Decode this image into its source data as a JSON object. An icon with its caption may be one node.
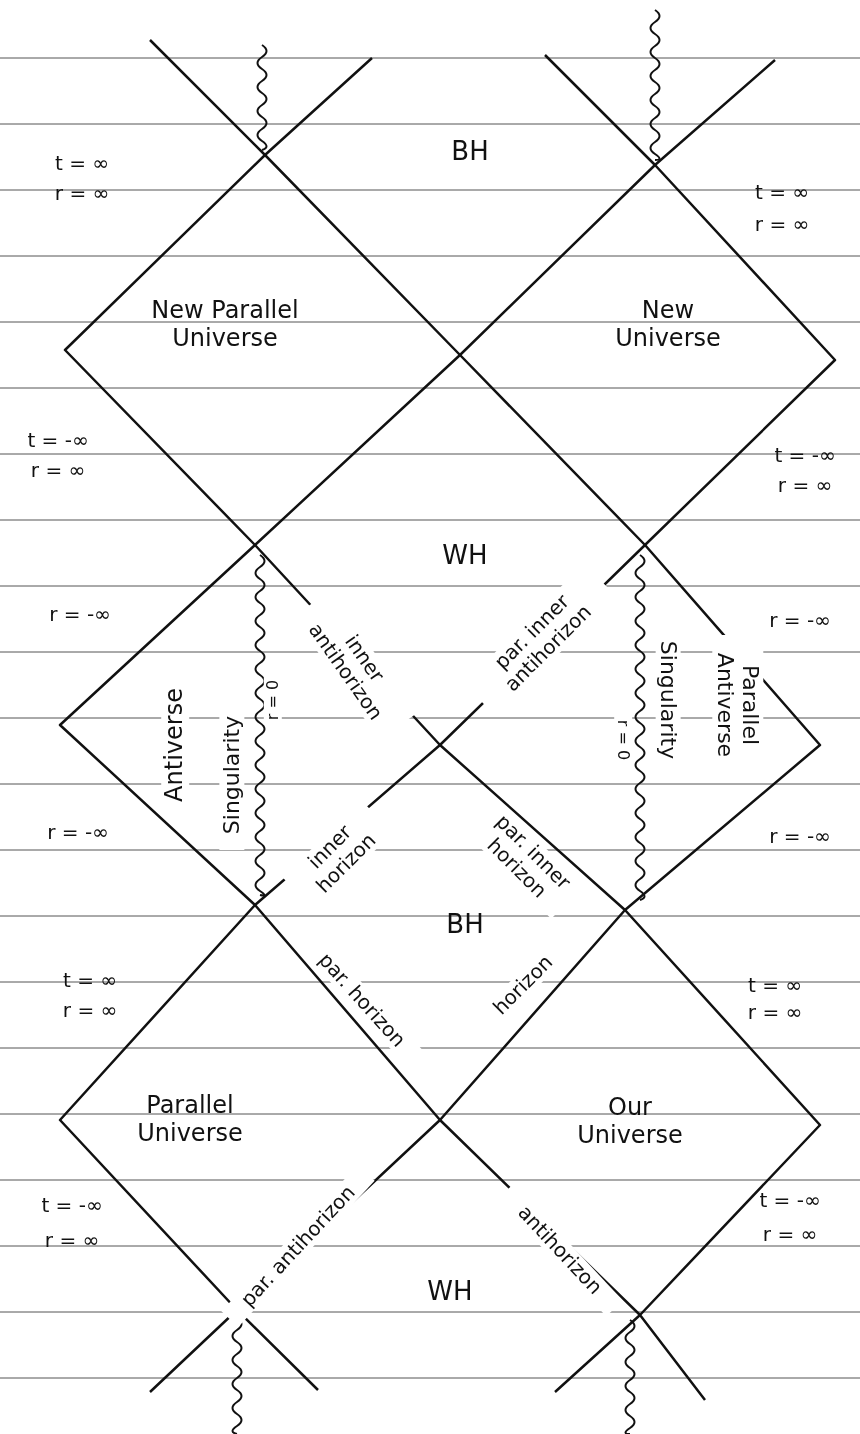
{
  "diagram": {
    "labels": [
      "BH",
      "t = ∞",
      "r = ∞",
      "t = ∞",
      "r = ∞",
      "New Parallel Universe",
      "New Universe",
      "t = -∞",
      "r = ∞",
      "t = -∞",
      "r = ∞",
      "WH",
      "r = -∞",
      "Antiverse",
      "Singularity",
      "r = 0",
      "inner antihorizon",
      "par. inner antihorizon",
      "Singularity",
      "r = 0",
      "Parallel Antiverse",
      "r = -∞",
      "r = -∞",
      "r = -∞",
      "inner horizon",
      "par. inner horizon",
      "BH",
      "t = ∞",
      "r = ∞",
      "t = ∞",
      "r = ∞",
      "par. horizon",
      "horizon",
      "Parallel Universe",
      "Our Universe",
      "par. antihorizon",
      "antihorizon",
      "t = -∞",
      "r = ∞",
      "t = -∞",
      "r = ∞",
      "WH"
    ]
  }
}
